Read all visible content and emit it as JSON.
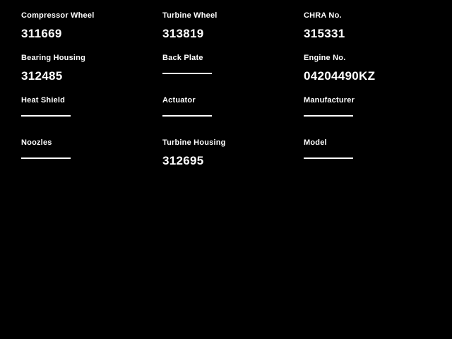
{
  "page": {
    "background_color": "#000000",
    "text_color": "#ffffff"
  },
  "fields": [
    {
      "label": "Compressor Wheel",
      "value": "311669"
    },
    {
      "label": "Turbine Wheel",
      "value": "313819"
    },
    {
      "label": "CHRA No.",
      "value": "315331"
    },
    {
      "label": "Bearing Housing",
      "value": "312485"
    },
    {
      "label": "Back Plate",
      "value": ""
    },
    {
      "label": "Engine No.",
      "value": "04204490KZ"
    },
    {
      "label": "Heat Shield",
      "value": ""
    },
    {
      "label": "Actuator",
      "value": ""
    },
    {
      "label": "Manufacturer",
      "value": ""
    },
    {
      "label": "Noozles",
      "value": ""
    },
    {
      "label": "Turbine Housing",
      "value": "312695"
    },
    {
      "label": "Model",
      "value": ""
    }
  ]
}
